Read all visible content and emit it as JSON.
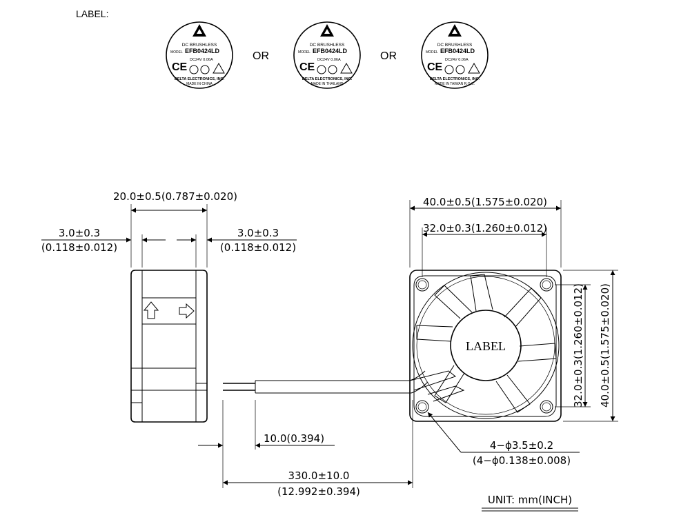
{
  "label_heading": "LABEL:",
  "label_separator": "OR",
  "badges": [
    {
      "line1": "DC BRUSHLESS",
      "model_caption": "MODEL",
      "model": "EFB0424LD",
      "rating": "DC24V 0.06A",
      "maker": "DELTA ELECTRONICS, INC.",
      "origin": "MADE IN CHINA"
    },
    {
      "line1": "DC BRUSHLESS",
      "model_caption": "MODEL",
      "model": "EFB0424LD",
      "rating": "DC24V 0.06A",
      "maker": "DELTA ELECTRONICS, INC.",
      "origin": "MADE IN THAILAND"
    },
    {
      "line1": "DC BRUSHLESS",
      "model_caption": "MODEL",
      "model": "EFB0424LD",
      "rating": "DC24V 0.06A",
      "maker": "DELTA ELECTRONICS, INC.",
      "origin": "MADE IN TAIWAN R.O.C."
    }
  ],
  "side_view": {
    "depth": "20.0±0.5(0.787±0.020)",
    "flange_left_mm": "3.0±0.3",
    "flange_left_in": "(0.118±0.012)",
    "flange_right_mm": "3.0±0.3",
    "flange_right_in": "(0.118±0.012)"
  },
  "wire": {
    "strip": "10.0(0.394)",
    "length_mm": "330.0±10.0",
    "length_in": "(12.992±0.394)"
  },
  "front_view": {
    "outer_width": "40.0±0.5(1.575±0.020)",
    "hole_spacing_width": "32.0±0.3(1.260±0.012)",
    "hole_spacing_height": "32.0±0.3(1.260±0.012)",
    "outer_height": "40.0±0.5(1.575±0.020)",
    "hub_label": "LABEL",
    "holes_mm": "4−ϕ3.5±0.2",
    "holes_in": "(4−ϕ0.138±0.008)"
  },
  "unit": "UNIT:  mm(INCH)"
}
